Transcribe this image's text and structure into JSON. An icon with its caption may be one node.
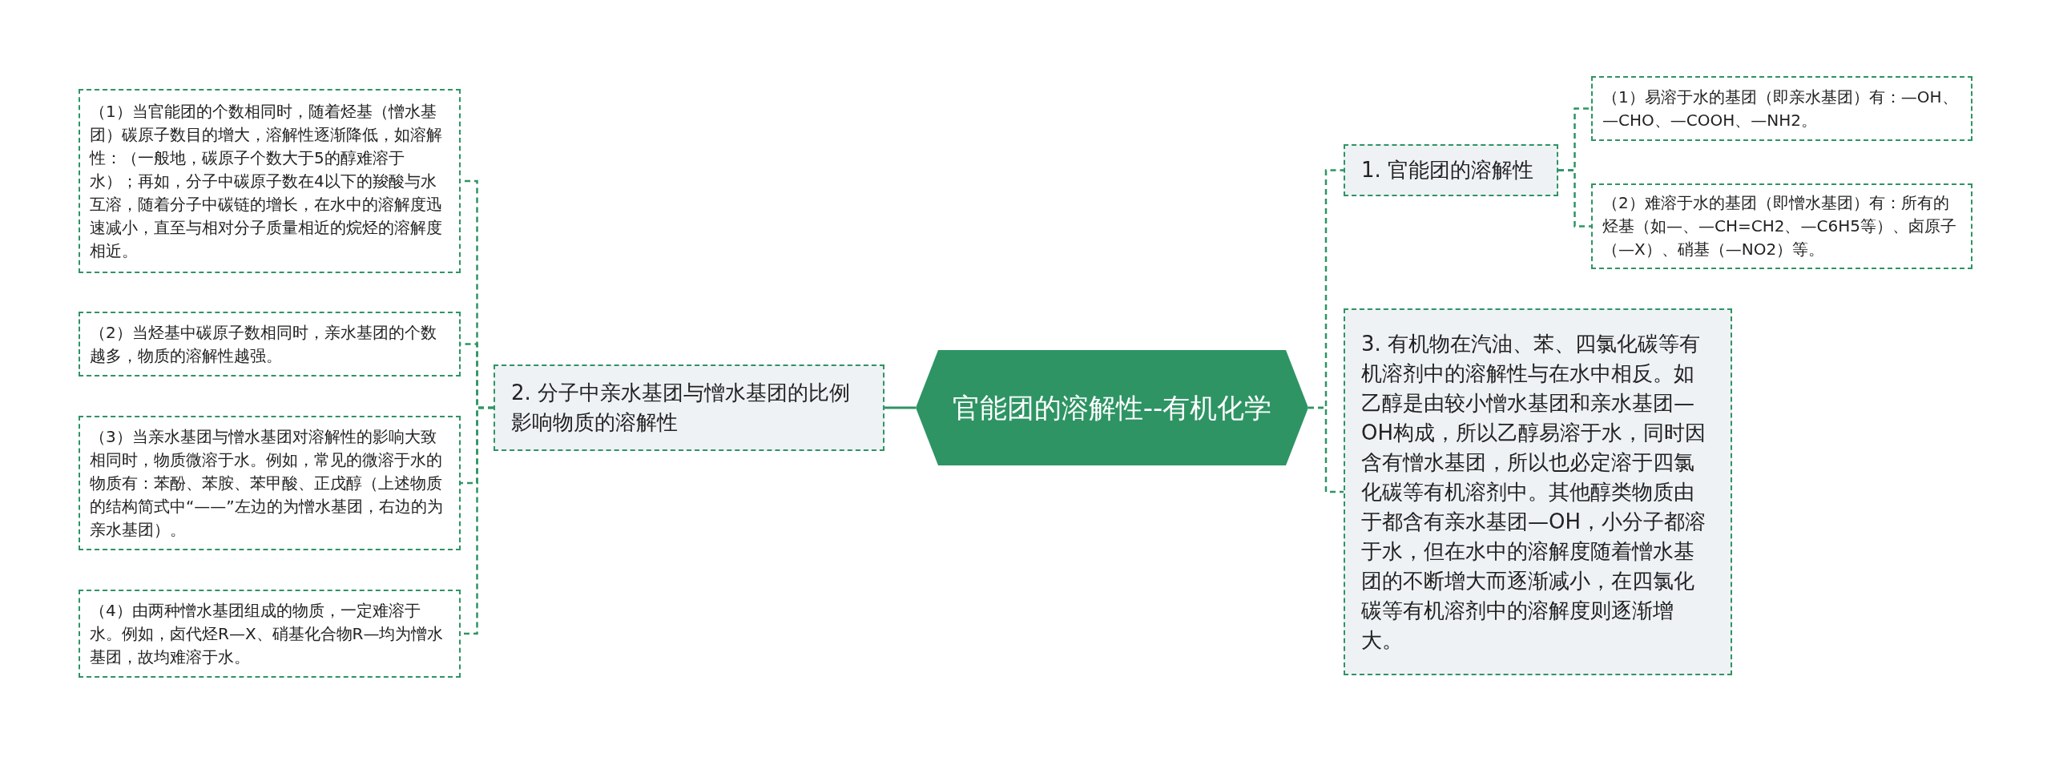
{
  "diagram": {
    "nodes": [
      {
        "text": [
          "官能团的溶解性--有机化学"
        ]
      },
      {
        "text": [
          "1. 官能团的溶解性"
        ]
      },
      {
        "text": [
          "（1）易溶于水的基团（即亲水基团）有：—OH、—CHO、—COOH、—NH2。"
        ]
      },
      {
        "text": [
          "（2）难溶于水的基团（即憎水基团）有：所有的烃基（如—、—CH=CH2、—C6H5等）、卤原子（—X）、硝基（—NO2）等。"
        ]
      },
      {
        "text": [
          "2. 分子中亲水基团与憎水基团的比例影响物质的溶解性"
        ]
      },
      {
        "text": [
          "（1）当官能团的个数相同时，随着烃基（憎水基团）碳原子数目的增大，溶解性逐渐降低，如溶解性：（一般地，碳原子个数大于5的醇难溶于水）；再如，分子中碳原子数在4以下的羧酸与水互溶，随着分子中碳链的增长，在水中的溶解度迅速减小，直至与相对分子质量相近的烷烃的溶解度相近。"
        ]
      },
      {
        "text": [
          "（2）当烃基中碳原子数相同时，亲水基团的个数越多，物质的溶解性越强。"
        ]
      },
      {
        "text": [
          "（3）当亲水基团与憎水基团对溶解性的影响大致相同时，物质微溶于水。例如，常见的微溶于水的物质有：苯酚、苯胺、苯甲酸、正戊醇（上述物质的结构简式中“——”左边的为憎水基团，右边的为亲水基团）。"
        ]
      },
      {
        "text": [
          "（4）由两种憎水基团组成的物质，一定难溶于水。例如，卤代烃R—X、硝基化合物R—均为憎水基团，故均难溶于水。"
        ]
      },
      {
        "text": [
          "3. 有机物在汽油、苯、四氯化碳等有机溶剂中的溶解性与在水中相反。如乙醇是由较小憎水基团和亲水基团—OH构成，所以乙醇易溶于水，同时因含有憎水基团，所以也必定溶于四氯化碳等有机溶剂中。其他醇类物质由于都含有亲水基团—OH，小分子都溶于水，但在水中的溶解度随着憎水基团的不断增大而逐渐减小，在四氯化碳等有机溶剂中的溶解度则逐渐增大。"
        ]
      }
    ],
    "edges": [
      {
        "from": 0,
        "to": 1,
        "arrow": "none",
        "style": "dashed"
      },
      {
        "from": 1,
        "to": 2,
        "arrow": "none",
        "style": "dashed"
      },
      {
        "from": 1,
        "to": 3,
        "arrow": "none",
        "style": "dashed"
      },
      {
        "from": 0,
        "to": 4,
        "arrow": "none"
      },
      {
        "from": 4,
        "to": 5,
        "arrow": "none",
        "style": "dashed"
      },
      {
        "from": 4,
        "to": 6,
        "arrow": "none",
        "style": "dashed"
      },
      {
        "from": 4,
        "to": 7,
        "arrow": "none",
        "style": "dashed"
      },
      {
        "from": 4,
        "to": 8,
        "arrow": "none",
        "style": "dashed"
      },
      {
        "from": 0,
        "to": 9,
        "arrow": "none",
        "style": "dashed"
      }
    ]
  }
}
